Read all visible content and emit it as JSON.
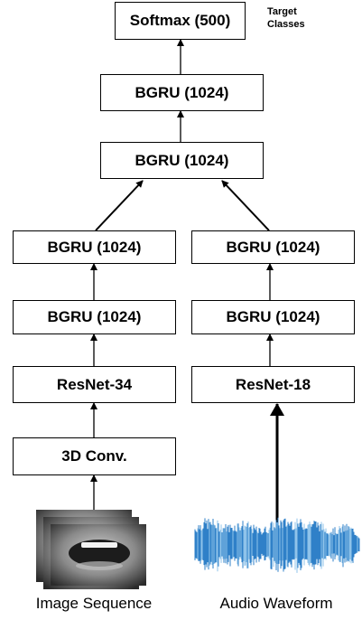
{
  "top": {
    "softmax": "Softmax (500)",
    "target_label_line1": "Target",
    "target_label_line2": "Classes",
    "bgru_upper": "BGRU (1024)",
    "bgru_lower": "BGRU (1024)"
  },
  "video_branch": {
    "bgru_1": "BGRU (1024)",
    "bgru_2": "BGRU (1024)",
    "resnet": "ResNet-34",
    "conv": "3D Conv.",
    "caption": "Image Sequence"
  },
  "audio_branch": {
    "bgru_1": "BGRU (1024)",
    "bgru_2": "BGRU (1024)",
    "resnet": "ResNet-18",
    "caption": "Audio Waveform"
  },
  "colors": {
    "waveform": "#2f80c8",
    "waveform_light": "#8fc3ea",
    "face_dark": "#2a2a2a",
    "face_mid": "#8a8a8a"
  }
}
